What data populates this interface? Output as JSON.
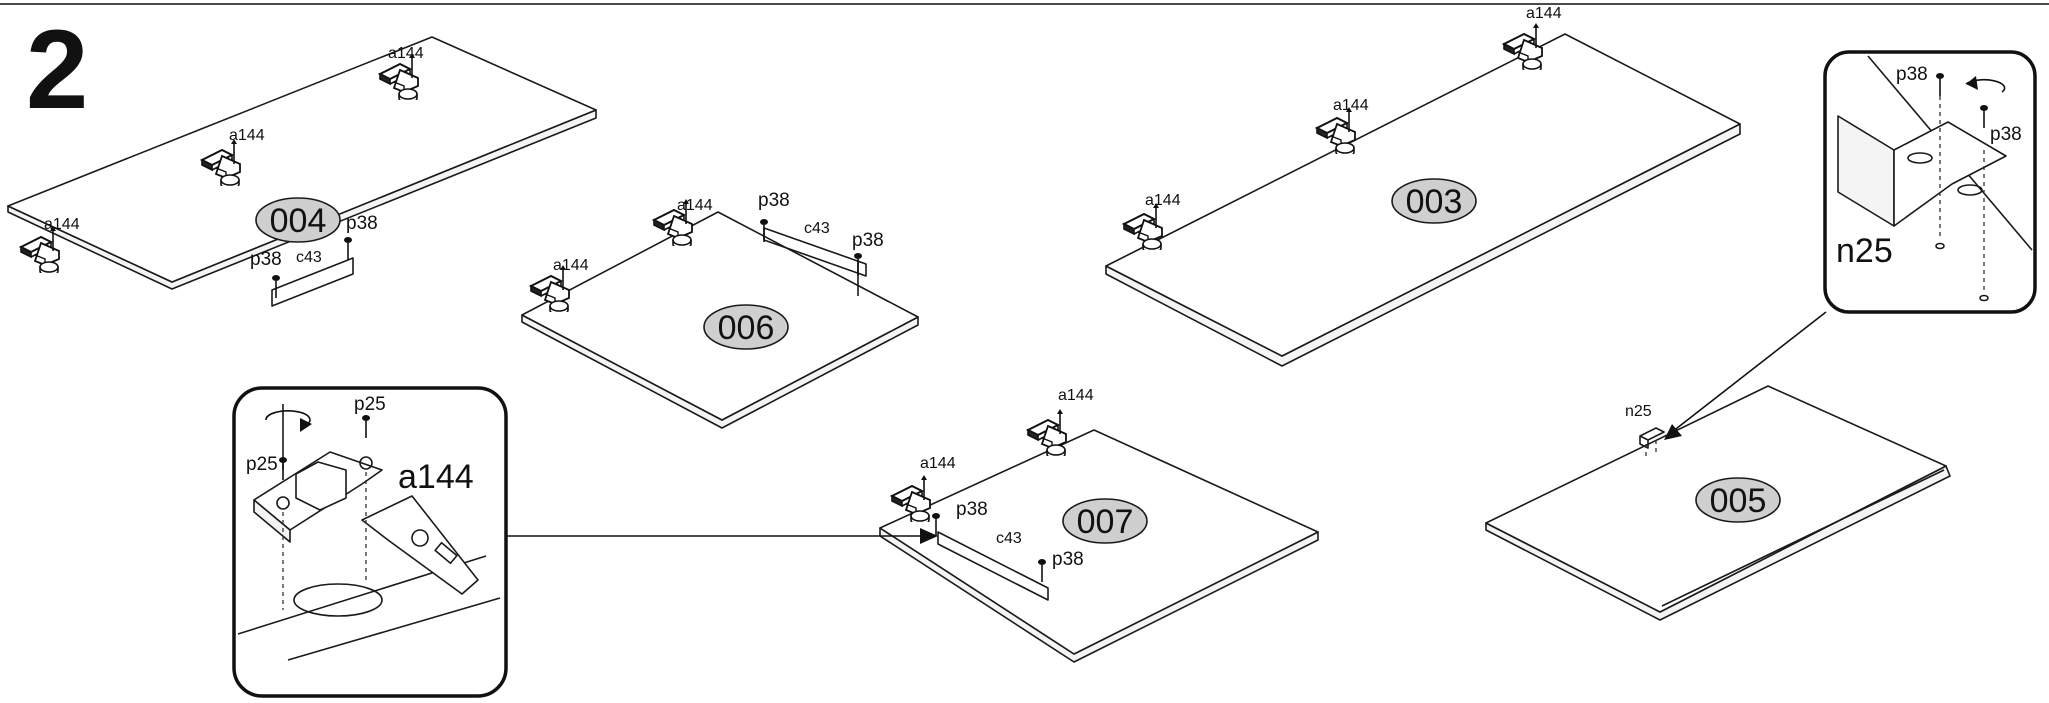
{
  "step_number": "2",
  "panels": [
    {
      "id": "004",
      "label": "004"
    },
    {
      "id": "006",
      "label": "006"
    },
    {
      "id": "003",
      "label": "003"
    },
    {
      "id": "007",
      "label": "007"
    },
    {
      "id": "005",
      "label": "005"
    }
  ],
  "part_codes": {
    "hinge": "a144",
    "screw_long": "p38",
    "screw_short": "p25",
    "rail": "c43",
    "bracket": "n25"
  }
}
